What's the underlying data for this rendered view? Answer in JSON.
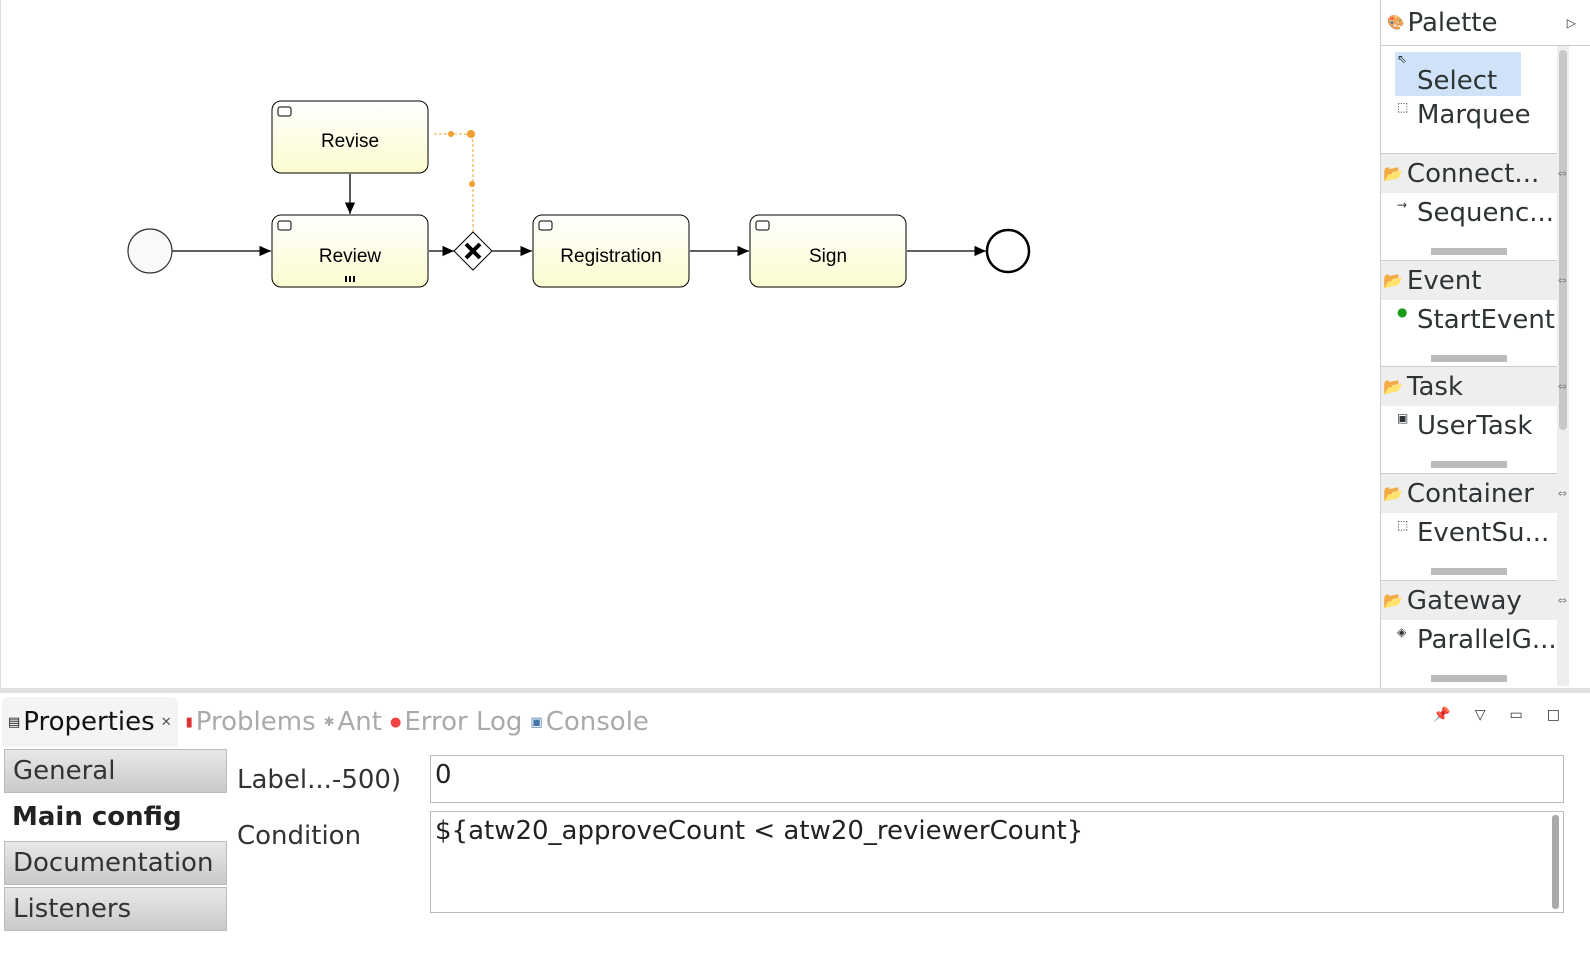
{
  "diagram": {
    "tasks": [
      "Revise",
      "Review",
      "Registration",
      "Sign"
    ],
    "highlight_color": "#f0a030",
    "task_fill": "#fdfdd8"
  },
  "palette": {
    "title": "Palette",
    "tools": [
      "Select",
      "Marquee"
    ],
    "drawers": [
      {
        "label": "Connect...",
        "item": "Sequenc..."
      },
      {
        "label": "Event",
        "item": "StartEvent"
      },
      {
        "label": "Task",
        "item": "UserTask"
      },
      {
        "label": "Container",
        "item": "EventSu..."
      },
      {
        "label": "Gateway",
        "item": "ParallelG..."
      }
    ]
  },
  "bottom": {
    "tabs": [
      "Properties",
      "Problems",
      "Ant",
      "Error Log",
      "Console"
    ],
    "side_tabs": [
      "General",
      "Main config",
      "Documentation",
      "Listeners"
    ],
    "fields": {
      "label1": "Label...-500)",
      "value1": "0",
      "label2": "Condition",
      "value2": "${atw20_approveCount < atw20_reviewerCount}"
    }
  }
}
